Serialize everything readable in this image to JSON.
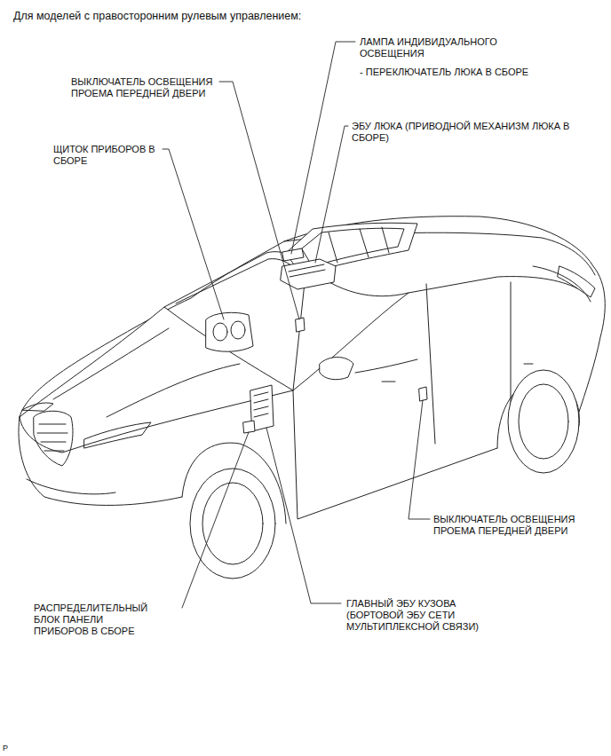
{
  "diagram": {
    "title": "Для моделей с правосторонним рулевым управлением:",
    "labels": [
      "ЛАМПА ИНДИВИДУАЛЬНОГО ОСВЕЩЕНИЯ",
      "- ПЕРЕКЛЮЧАТЕЛЬ ЛЮКА В СБОРЕ",
      "ВЫКЛЮЧАТЕЛЬ ОСВЕЩЕНИЯ ПРОЕМА ПЕРЕДНЕЙ ДВЕРИ",
      "ЭБУ ЛЮКА (ПРИВОДНОЙ МЕХАНИЗМ ЛЮКА В СБОРЕ)",
      "ЩИТОК ПРИБОРОВ В СБОРЕ",
      "ВЫКЛЮЧАТЕЛЬ ОСВЕЩЕНИЯ ПРОЕМА ПЕРЕДНЕЙ ДВЕРИ",
      "РАСПРЕДЕЛИТЕЛЬНЫЙ БЛОК ПАНЕЛИ ПРИБОРОВ В СБОРЕ",
      "ГЛАВНЫЙ ЭБУ КУЗОВА (БОРТОВОЙ ЭБУ СЕТИ МУЛЬТИПЛЕКСНОЙ СВЯЗИ)",
      "P"
    ]
  }
}
